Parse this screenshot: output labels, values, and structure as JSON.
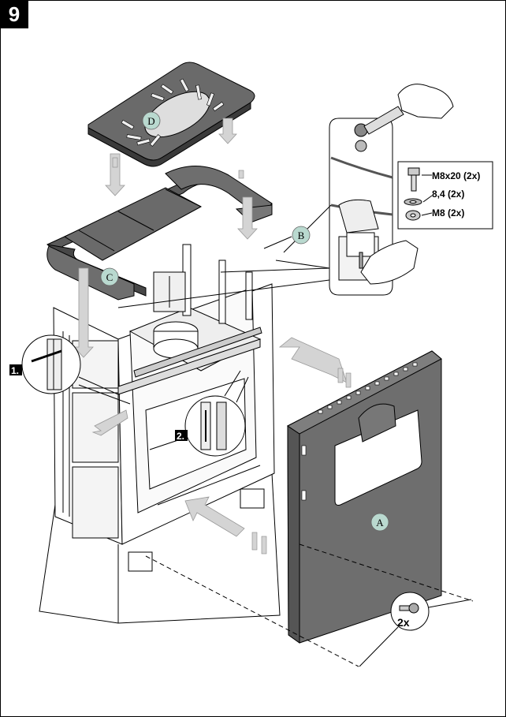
{
  "step_number": "9",
  "callouts": {
    "a": "A",
    "b": "B",
    "c": "C",
    "d": "D"
  },
  "sub_steps": {
    "one": "1.",
    "two": "2."
  },
  "hardware": {
    "bolt": "M8x20 (2x)",
    "washer": "8,4 (2x)",
    "nut": "M8 (2x)"
  },
  "screw_quantity": "2x",
  "colors": {
    "panel": "#6e6e6e",
    "panel_dark": "#555555",
    "callout_fill": "#b9d9cf",
    "arrow": "#cfcfcf",
    "line": "#000000"
  }
}
